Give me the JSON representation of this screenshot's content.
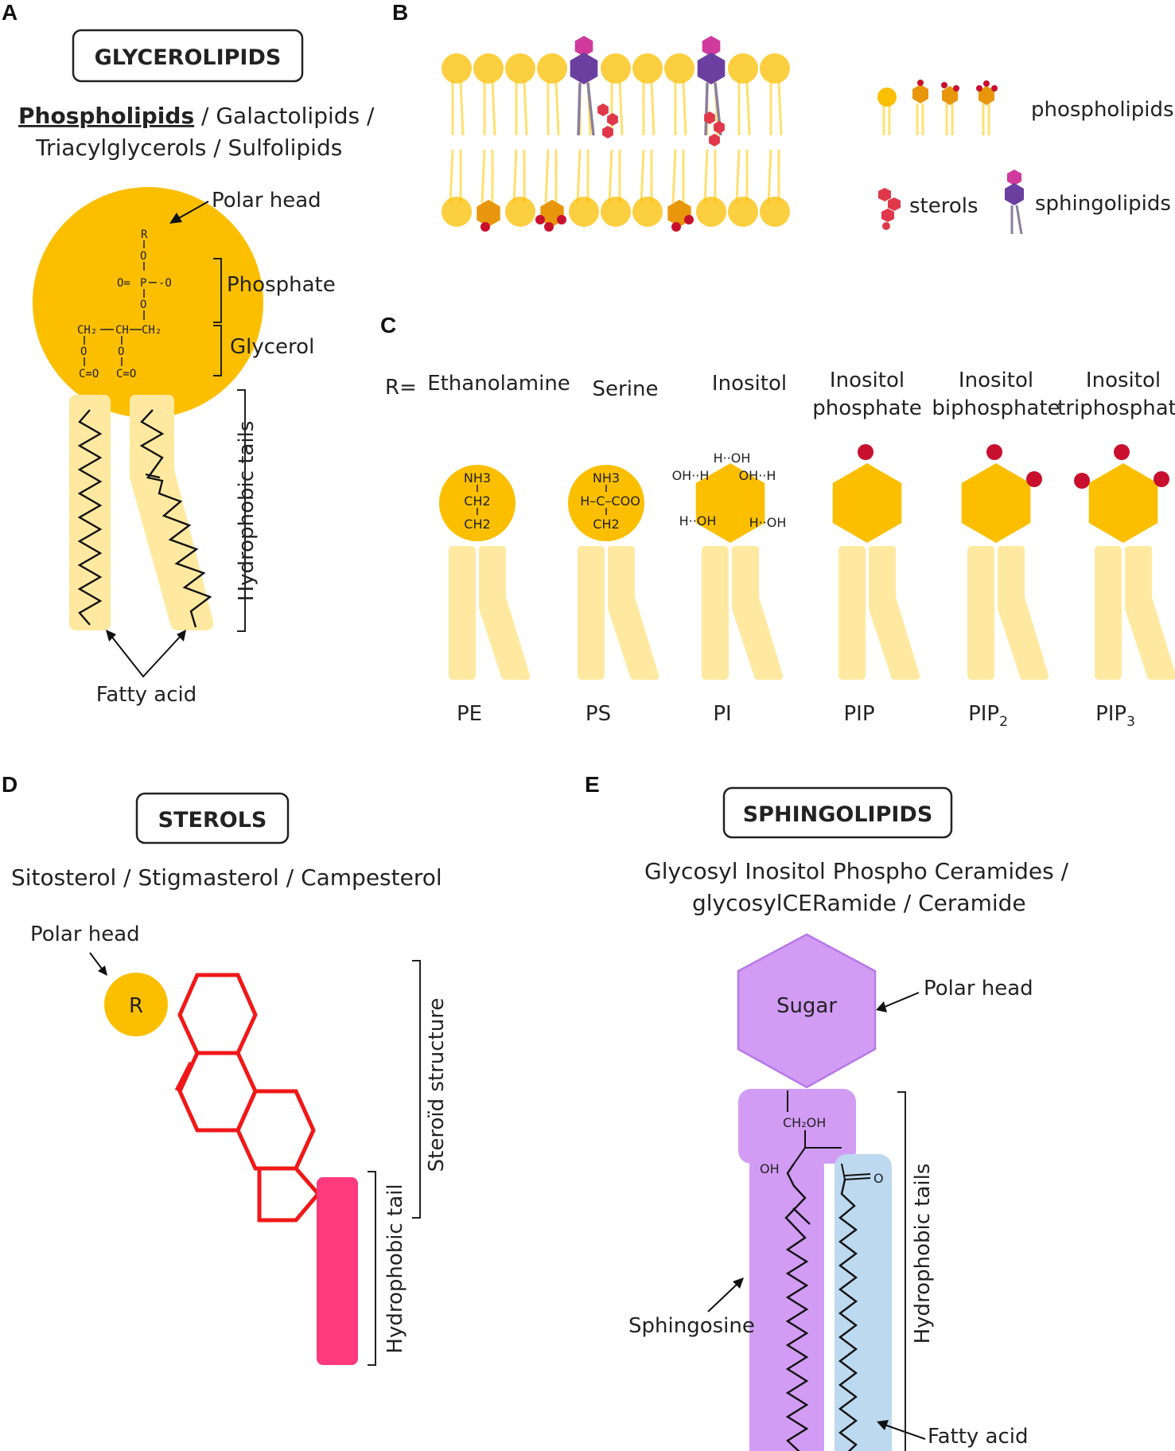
{
  "panels": {
    "A": {
      "letter": "A",
      "title": "GLYCEROLIPIDS",
      "subtitle_underlined": "Phospholipids",
      "subtitle_line1_rest": " / Galactolipids /",
      "subtitle_line2": "Triacylglycerols / Sulfolipids",
      "polar_head": "Polar head",
      "phosphate": "Phosphate",
      "glycerol": "Glycerol",
      "hydrophobic_tails": "Hydrophobic tails",
      "fatty_acid": "Fatty acid",
      "chem": {
        "r": "R",
        "o1": "O",
        "o_left": "O=",
        "p": "P",
        "o_minus": "-O",
        "o2": "O",
        "ch2_left": "CH₂",
        "ch": "CH",
        "ch2_right": "CH₂",
        "o3": "O",
        "o4": "O",
        "co1": "C=O",
        "co2": "C=O"
      }
    },
    "B": {
      "letter": "B",
      "legend": {
        "phospholipids": "phospholipids",
        "sterols": "sterols",
        "sphingolipids": "sphingolipids"
      }
    },
    "C": {
      "letter": "C",
      "r_equals": "R=",
      "headgroups": [
        {
          "line1": "Ethanolamine",
          "line2": "",
          "abbr": "PE",
          "sub": ""
        },
        {
          "line1": "Serine",
          "line2": "",
          "abbr": "PS",
          "sub": ""
        },
        {
          "line1": "Inositol",
          "line2": "",
          "abbr": "PI",
          "sub": ""
        },
        {
          "line1": "Inositol",
          "line2": "phosphate",
          "abbr": "PIP",
          "sub": ""
        },
        {
          "line1": "Inositol",
          "line2": "biphosphate",
          "abbr": "PIP",
          "sub": "2"
        },
        {
          "line1": "Inositol",
          "line2": "triphosphate",
          "abbr": "PIP",
          "sub": "3"
        }
      ],
      "pe_chem": [
        "NH3",
        "CH2",
        "CH2"
      ],
      "ps_chem": [
        "NH3",
        "H–C–COO",
        "CH2"
      ],
      "pi_chem": [
        "H··OH",
        "OH··H",
        "OH··H",
        "H··OH",
        "H··OH"
      ]
    },
    "D": {
      "letter": "D",
      "title": "STEROLS",
      "subtitle": "Sitosterol / Stigmasterol / Campesterol",
      "polar_head": "Polar head",
      "r": "R",
      "steroid_structure": "Steroïd structure",
      "hydrophobic_tail": "Hydrophobic tail"
    },
    "E": {
      "letter": "E",
      "title": "SPHINGOLIPIDS",
      "subtitle_line1": "Glycosyl Inositol Phospho Ceramides  /",
      "subtitle_line2": "glycosylCERamide / Ceramide",
      "sugar": "Sugar",
      "polar_head": "Polar head",
      "ch2oh": "CH₂OH",
      "oh": "OH",
      "o": "O",
      "sphingosine": "Sphingosine",
      "hydrophobic_tails": "Hydrophobic tails",
      "fatty_acid": "Fatty acid"
    }
  },
  "colors": {
    "gold": "#FBBF00",
    "pale_yellow": "#FFE9A0",
    "orange": "#E8960C",
    "red_phosphate": "#C8102E",
    "steroid_red": "#F01818",
    "sterol_tail_pink": "#FF3A7C",
    "sugar_purple": "#D29CF5",
    "purple_outline": "#B878E8",
    "fatty_blue": "#BDD9F0",
    "sterol_legend": "#E0384A",
    "sphingo_hex": "#6B3FA0",
    "sphingo_top": "#D03A9C"
  }
}
